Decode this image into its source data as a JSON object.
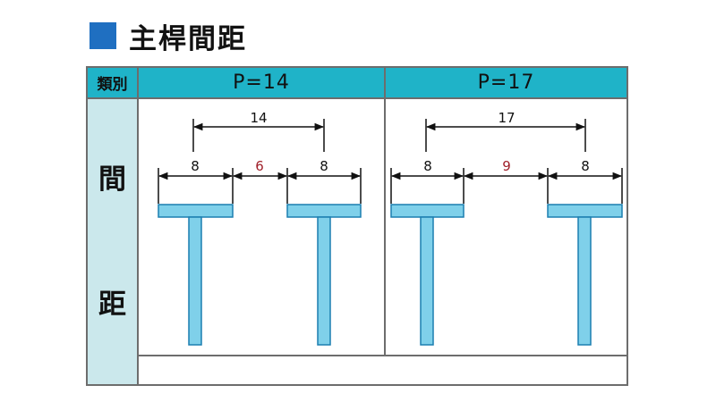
{
  "title": "主桿間距",
  "table": {
    "category_label": "類別",
    "side_chars": [
      "間",
      "距"
    ],
    "columns": [
      {
        "label": "P=14",
        "total": "14",
        "left_flange": "8",
        "gap": "6",
        "right_flange": "8"
      },
      {
        "label": "P=17",
        "total": "17",
        "left_flange": "8",
        "gap": "9",
        "right_flange": "8"
      }
    ]
  },
  "colors": {
    "title_square": "#1f6fc1",
    "header": "#1fb3c8",
    "side": "#cbe8ec",
    "beam_fill": "#7fd0ea",
    "beam_stroke": "#1c7fb0",
    "gap_text": "#a0202a"
  }
}
